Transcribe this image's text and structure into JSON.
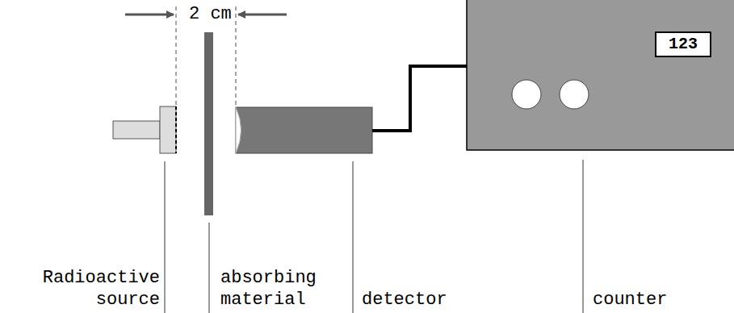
{
  "diagram": {
    "nodes": [
      {
        "text": [
          "123"
        ]
      }
    ],
    "labels": [
      "2 cm",
      "Radioactive source",
      "absorbing material",
      "detector",
      "counter"
    ]
  }
}
